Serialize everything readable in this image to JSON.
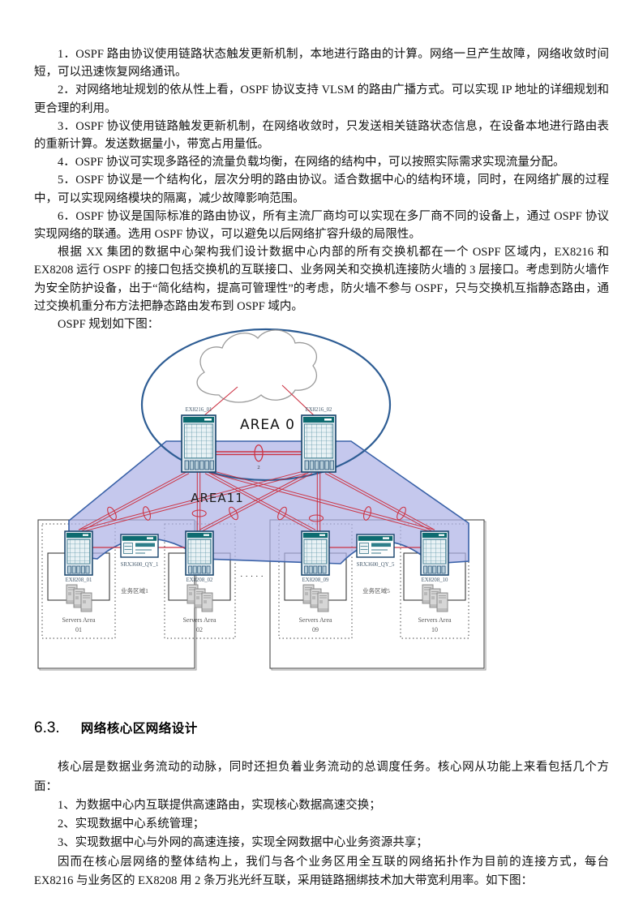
{
  "top_paragraphs": [
    "1．OSPF 路由协议使用链路状态触发更新机制，本地进行路由的计算。网络一旦产生故障，网络收敛时间短，可以迅速恢复网络通讯。",
    "2．对网络地址规划的依从性上看，OSPF 协议支持 VLSM 的路由广播方式。可以实现 IP 地址的详细规划和更合理的利用。",
    "3．OSPF 协议使用链路触发更新机制，在网络收敛时，只发送相关链路状态信息，在设备本地进行路由表的重新计算。发送数据量小，带宽占用量低。",
    "4．OSPF 协议可实现多路径的流量负载均衡，在网络的结构中，可以按照实际需求实现流量分配。",
    "5．OSPF 协议是一个结构化，层次分明的路由协议。适合数据中心的结构环境，同时，在网络扩展的过程中，可以实现网络模块的隔离，减少故障影响范围。",
    "6．OSPF 协议是国际标准的路由协议，所有主流厂商均可以实现在多厂商不同的设备上，通过 OSPF 协议实现网络的联通。选用 OSPF 协议，可以避免以后网络扩容升级的局限性。",
    "根据 XX 集团的数据中心架构我们设计数据中心内部的所有交换机都在一个 OSPF 区域内，EX8216 和 EX8208 运行 OSPF 的接口包括交换机的互联接口、业务网关和交换机连接防火墙的 3 层接口。考虑到防火墙作为安全防护设备，出于“简化结构，提高可管理性”的考虑，防火墙不参与 OSPF，只与交换机互指静态路由，通过交换机重分布方法把静态路由发布到 OSPF 域内。",
    "OSPF 规划如下图："
  ],
  "diagram": {
    "area0_label": "AREA 0",
    "area11_label": "AREA11",
    "core_switches": [
      "EX8216_01",
      "EX8216_02"
    ],
    "core_link_count": "2",
    "access_switches": [
      "EX8208_01",
      "EX8208_02",
      "EX8208_09",
      "EX8208_10"
    ],
    "firewalls": [
      "SRX3600_QY_1",
      "SRX3600_QY_5"
    ],
    "zone_labels": [
      "业务区域1",
      "业务区域5"
    ],
    "server_area_label": "Servers Area",
    "server_area_numbers": [
      "01",
      "02",
      "09",
      "10"
    ],
    "ellipsis": "·····",
    "colors": {
      "area11_fill": "#c9cbf0",
      "area11_stroke": "#3a62a8",
      "area0_ellipse_stroke": "#2e5d94",
      "link_red": "#cc3344",
      "device_teal": "#0d6b70",
      "device_border": "#16436b",
      "cloud_stroke": "#9a9a9a"
    }
  },
  "section": {
    "number": "6.3.",
    "title": "网络核心区网络设计"
  },
  "bottom_paragraphs": [
    "核心层是数据业务流动的动脉，同时还担负着业务流动的总调度任务。核心网从功能上来看包括几个方面：",
    "1、为数据中心内互联提供高速路由，实现核心数据高速交换；",
    "2、实现数据中心系统管理；",
    "3、实现数据中心与外网的高速连接，实现全网数据中心业务资源共享；",
    "因而在核心层网络的整体结构上，我们与各个业务区用全互联的网络拓扑作为目前的连接方式，每台 EX8216 与业务区的 EX8208 用 2 条万兆光纤互联，采用链路捆绑技术加大带宽利用率。如下图："
  ]
}
